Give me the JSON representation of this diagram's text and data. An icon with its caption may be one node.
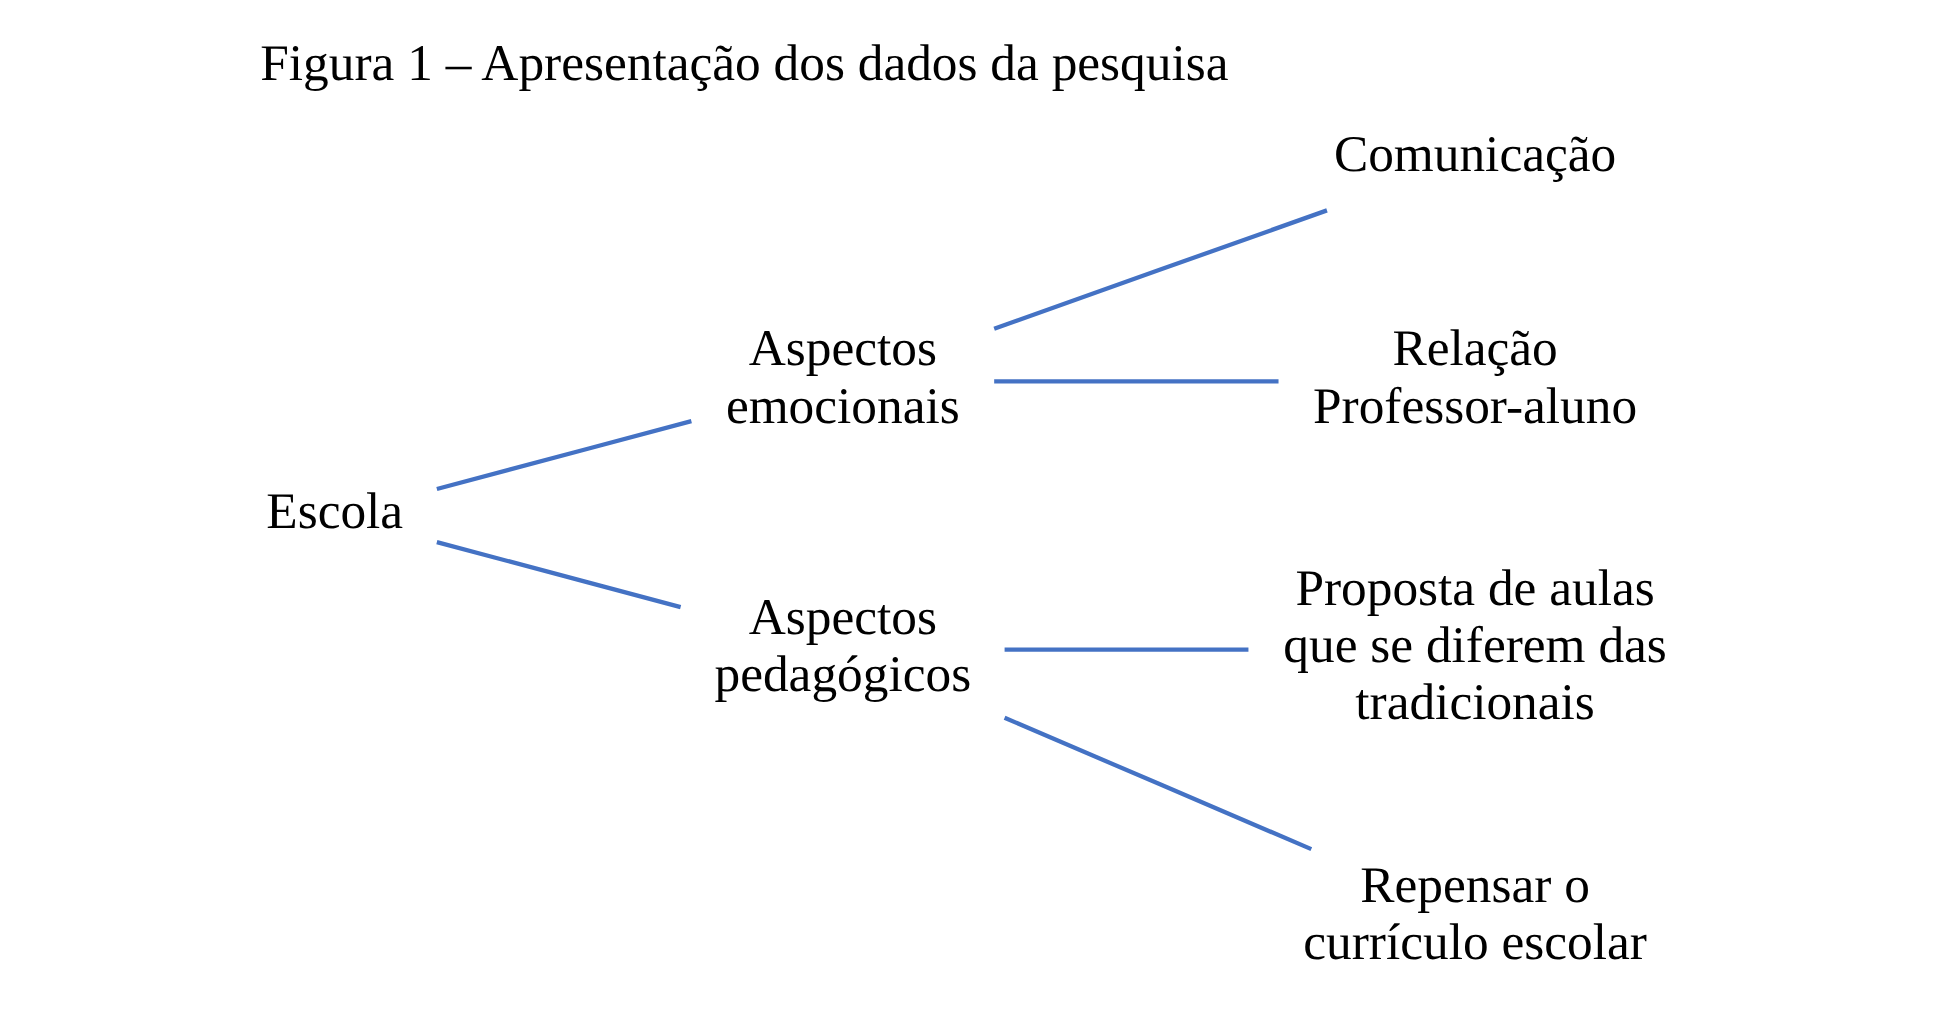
{
  "diagram": {
    "title": "Figura 1 – Apresentação dos dados da pesquisa",
    "nodes": [
      {
        "text": [
          "Escola"
        ]
      },
      {
        "text": [
          "Aspectos emocionais"
        ]
      },
      {
        "text": [
          "Aspectos pedagógicos"
        ]
      },
      {
        "text": [
          "Comunicação"
        ]
      },
      {
        "text": [
          "Relação Professor-aluno"
        ]
      },
      {
        "text": [
          "Proposta de aulas que se diferem das tradicionais"
        ]
      },
      {
        "text": [
          "Repensar o currículo escolar"
        ]
      }
    ],
    "edges": [
      {
        "from": 0,
        "to": 1,
        "arrow": "none",
        "color": "#4472c4"
      },
      {
        "from": 0,
        "to": 2,
        "arrow": "none",
        "color": "#4472c4"
      },
      {
        "from": 1,
        "to": 3,
        "arrow": "none",
        "color": "#4472c4"
      },
      {
        "from": 1,
        "to": 4,
        "arrow": "none",
        "color": "#4472c4"
      },
      {
        "from": 2,
        "to": 5,
        "arrow": "none",
        "color": "#4472c4"
      },
      {
        "from": 2,
        "to": 6,
        "arrow": "none",
        "color": "#4472c4"
      }
    ]
  }
}
